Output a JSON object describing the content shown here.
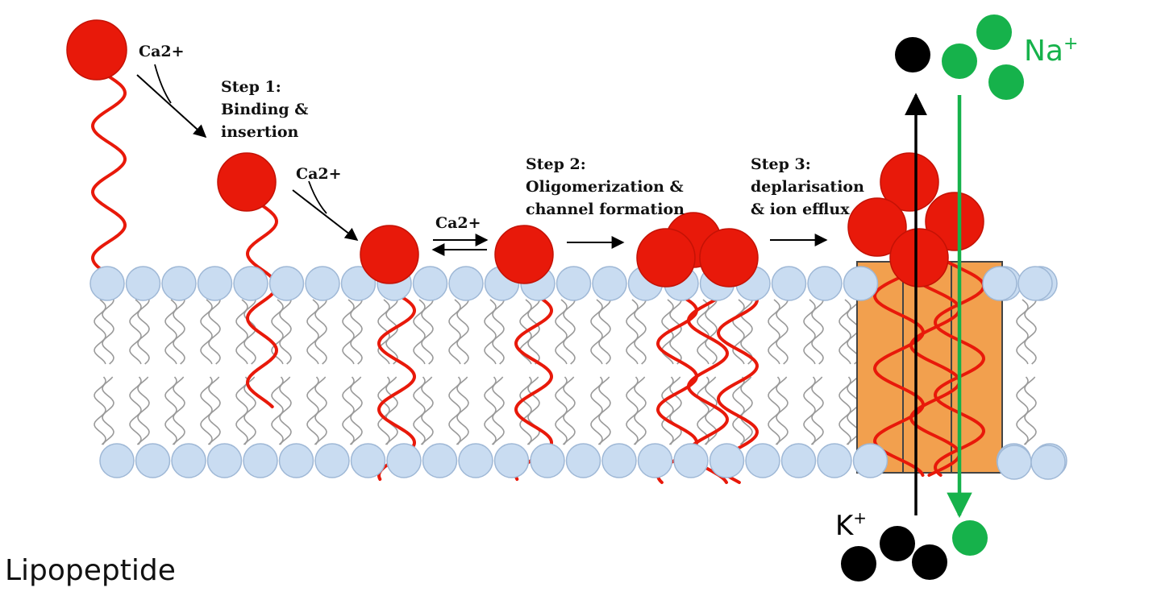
{
  "colors": {
    "peptide": "#e8190a",
    "peptide_stroke": "#c41205",
    "headgroup_fill": "#c9dcf1",
    "headgroup_stroke": "#9fb8d6",
    "tail": "#9a9a9a",
    "channel": "#f2a04e",
    "channel_stroke": "#444444",
    "sodium": "#16b24b",
    "potassium": "#000000"
  },
  "labels": {
    "ca_1": "Ca2+",
    "step1": [
      "Step 1:",
      "Binding &",
      "insertion"
    ],
    "ca_2": "Ca2+",
    "ca_3": "Ca2+",
    "step2": [
      "Step 2:",
      "Oligomerization &",
      "channel formation"
    ],
    "step3": [
      "Step 3:",
      "deplarisation",
      "& ion efflux"
    ],
    "na_base": "Na",
    "na_sup": "+",
    "k_base": "K",
    "k_sup": "+",
    "title": "Lipopeptide"
  }
}
